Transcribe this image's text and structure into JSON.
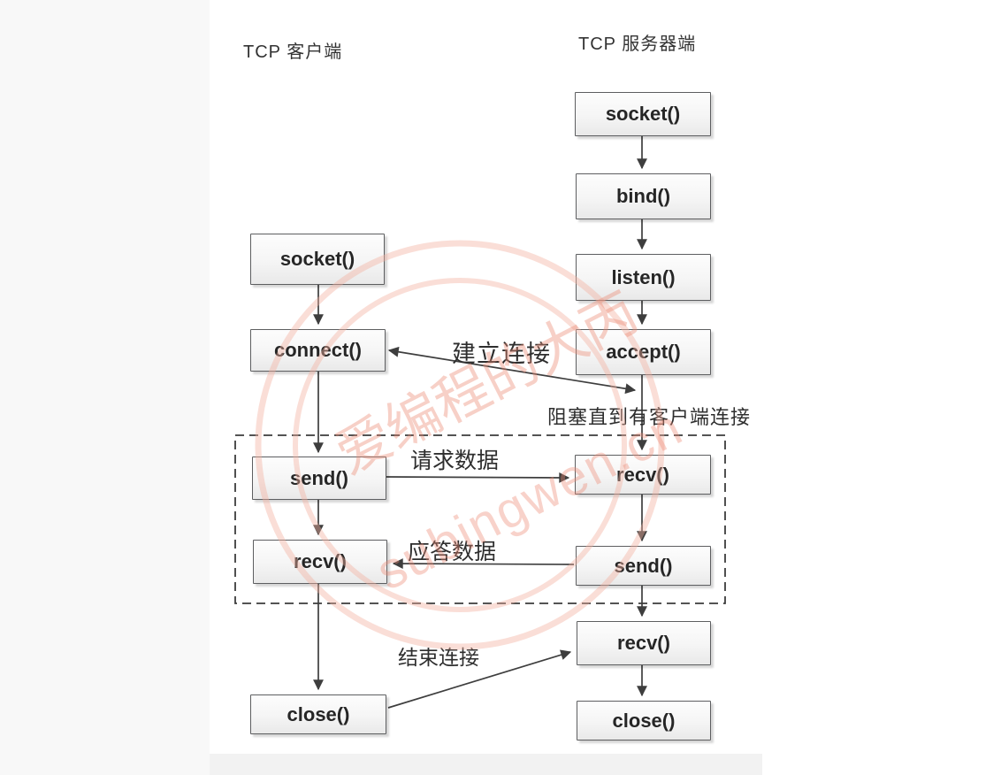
{
  "diagram": {
    "client": {
      "title": "TCP 客户端",
      "boxes": [
        {
          "label": "socket()"
        },
        {
          "label": "connect()"
        },
        {
          "label": "send()"
        },
        {
          "label": "recv()"
        },
        {
          "label": "close()"
        }
      ]
    },
    "server": {
      "title": "TCP 服务器端",
      "boxes": [
        {
          "label": "socket()"
        },
        {
          "label": "bind()"
        },
        {
          "label": "listen()"
        },
        {
          "label": "accept()"
        },
        {
          "label": "recv()"
        },
        {
          "label": "send()"
        },
        {
          "label": "recv()"
        },
        {
          "label": "close()"
        }
      ]
    },
    "edge_labels": {
      "establish": "建立连接",
      "block": "阻塞直到有客户端连接",
      "request": "请求数据",
      "response": "应答数据",
      "finish": "结束连接"
    },
    "watermark": {
      "text_cn": "爱编程的大丙",
      "text_en": "subingwen.cn",
      "color": "#ee8c76"
    },
    "colors": {
      "box_border": "#5d5e60",
      "arrow": "#3e3e3e",
      "dashed_border": "#3c3c3c",
      "label_text": "#2e2e2e"
    }
  }
}
